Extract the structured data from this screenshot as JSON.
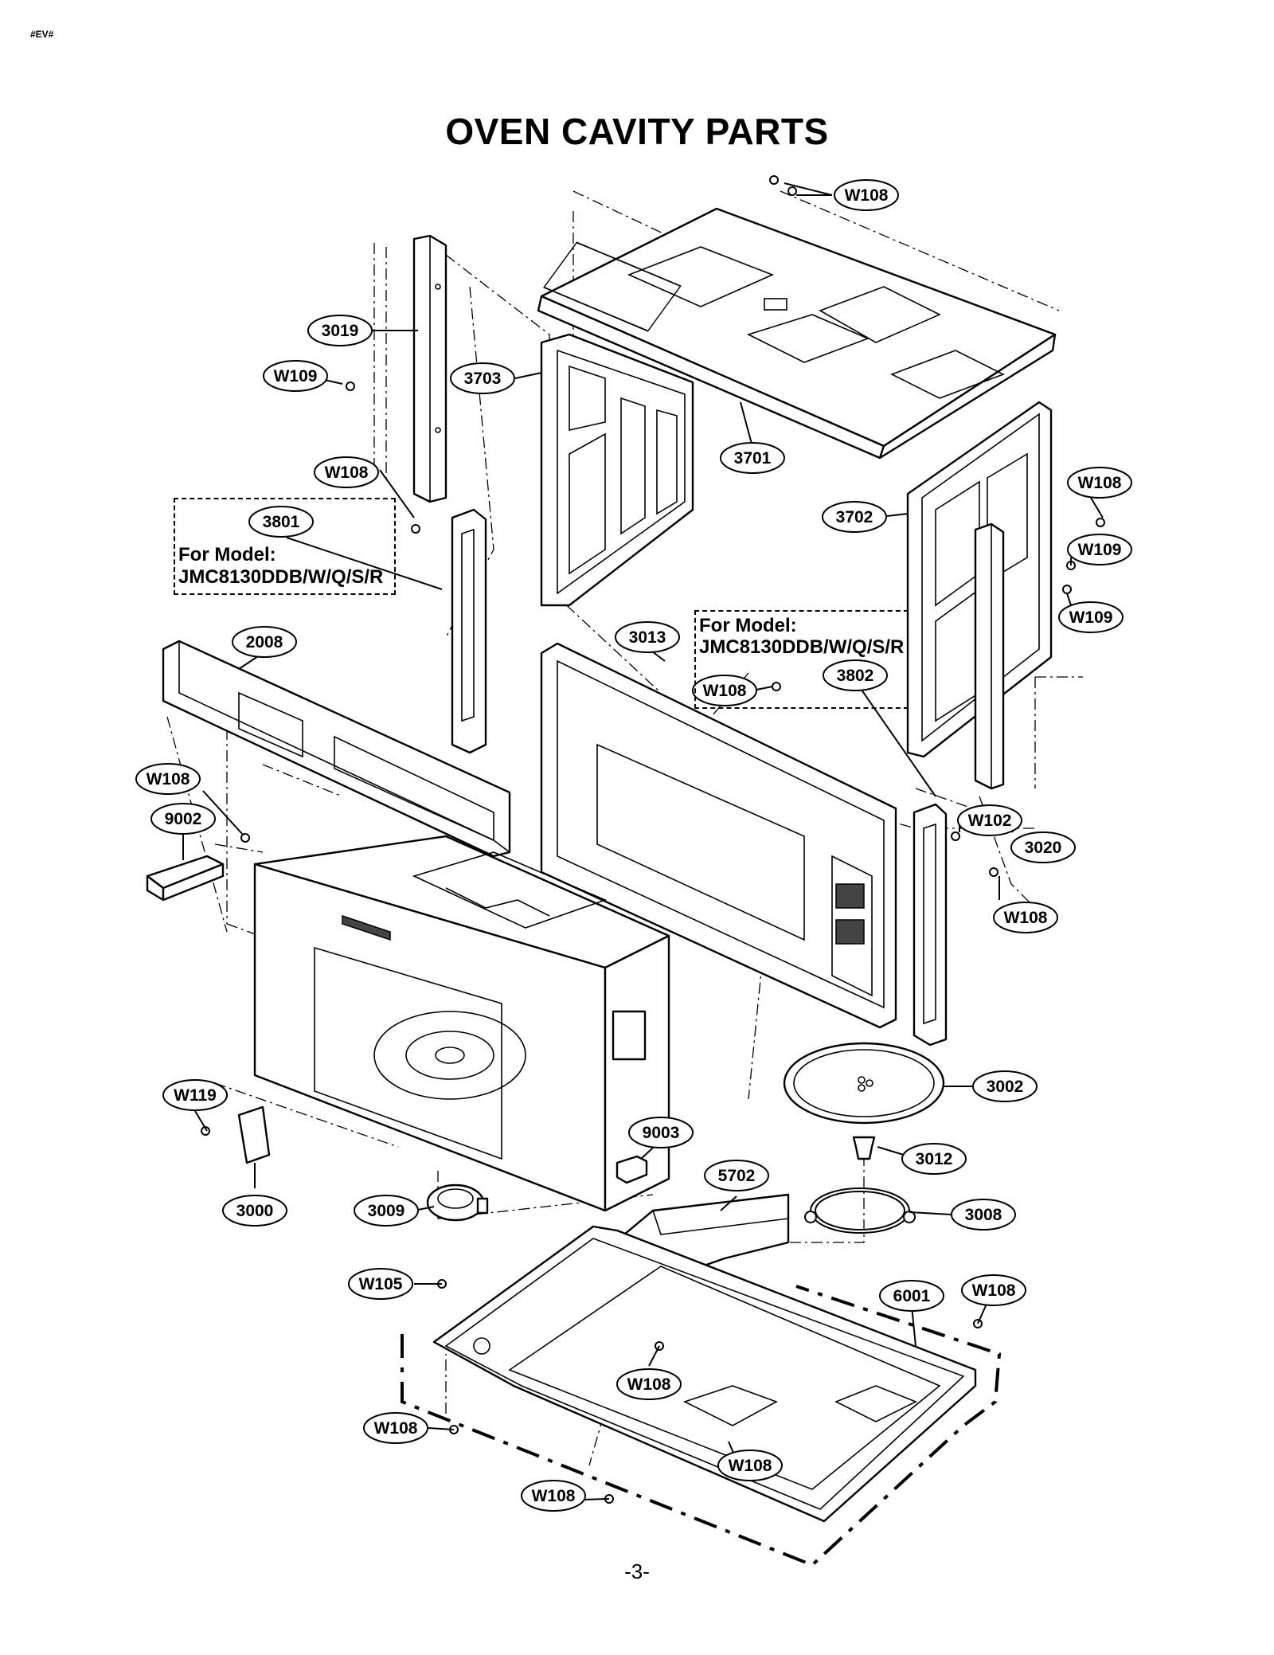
{
  "header": {
    "code": "#EV#"
  },
  "title": "OVEN CAVITY PARTS",
  "page_number": "-3-",
  "model_boxes": [
    {
      "line1": "For Model:",
      "line2": "JMC8130DDB/W/Q/S/R"
    },
    {
      "line1": "For Model:",
      "line2": "JMC8130DDB/W/Q/S/R"
    }
  ],
  "callouts": [
    {
      "id": "W108"
    },
    {
      "id": "3019"
    },
    {
      "id": "W109"
    },
    {
      "id": "3703"
    },
    {
      "id": "3701"
    },
    {
      "id": "W108"
    },
    {
      "id": "3801"
    },
    {
      "id": "W108"
    },
    {
      "id": "3702"
    },
    {
      "id": "W109"
    },
    {
      "id": "W109"
    },
    {
      "id": "2008"
    },
    {
      "id": "3013"
    },
    {
      "id": "W108"
    },
    {
      "id": "3802"
    },
    {
      "id": "W108"
    },
    {
      "id": "9002"
    },
    {
      "id": "W102"
    },
    {
      "id": "3020"
    },
    {
      "id": "W108"
    },
    {
      "id": "3002"
    },
    {
      "id": "W119"
    },
    {
      "id": "9003"
    },
    {
      "id": "3012"
    },
    {
      "id": "5702"
    },
    {
      "id": "3000"
    },
    {
      "id": "3009"
    },
    {
      "id": "3008"
    },
    {
      "id": "W105"
    },
    {
      "id": "6001"
    },
    {
      "id": "W108"
    },
    {
      "id": "W108"
    },
    {
      "id": "W108"
    },
    {
      "id": "W108"
    },
    {
      "id": "W108"
    }
  ]
}
